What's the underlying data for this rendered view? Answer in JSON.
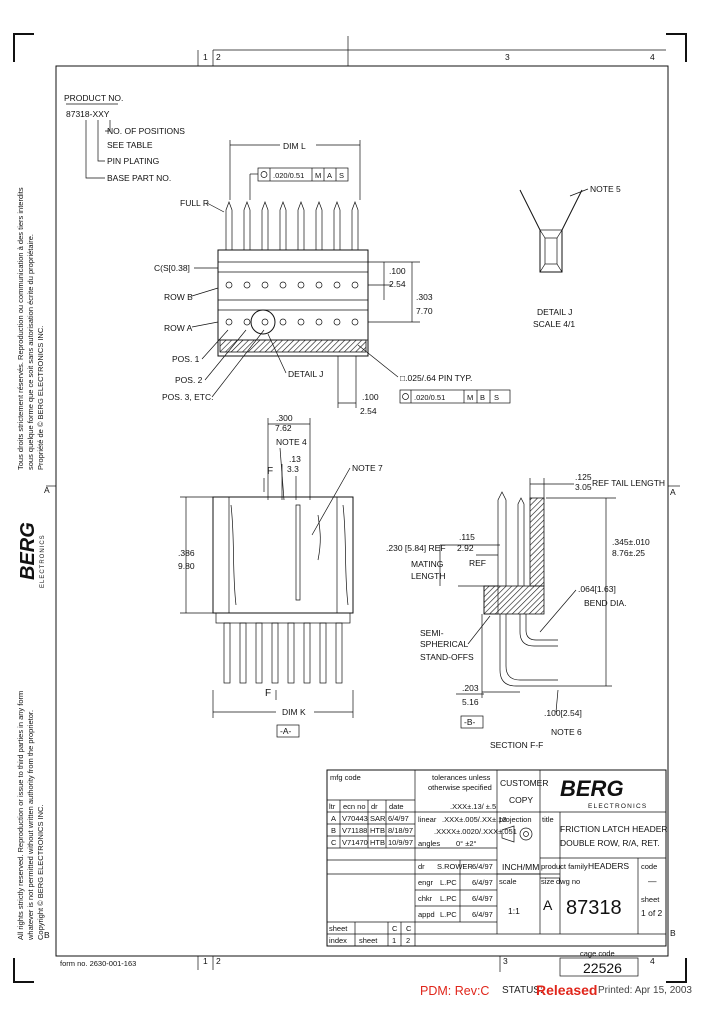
{
  "zones": {
    "top": [
      "1",
      "2",
      "3",
      "4"
    ],
    "bottom": [
      "1",
      "2",
      "3",
      "4"
    ],
    "left": [
      "A",
      "B"
    ],
    "right": [
      "A",
      "B"
    ]
  },
  "side_notice": {
    "french": [
      "Tous droits strictement réservés. Reproduction ou communication à des tiers interdits",
      "sous quelque forme que ce soit sans autorisation écrite du propriétaire.",
      "Propriété de © BERG ELECTRONICS INC."
    ],
    "english": [
      "All rights strictly reserved. Reproduction or issue to third parties in any form",
      "whatever is not permitted without written authority from the proprietor.",
      "Copyright © BERG ELECTRONICS INC."
    ],
    "logo": "BERG",
    "logo_sub": "ELECTRONICS"
  },
  "part_number": {
    "title": "PRODUCT NO.",
    "code": "87318-XXY",
    "labels": [
      "NO. OF POSITIONS",
      "SEE TABLE",
      "PIN PLATING",
      "BASE PART NO."
    ]
  },
  "top_view": {
    "dim_l": "DIM L",
    "tol_frame": [
      ".020/0.51",
      "M",
      "A",
      "S"
    ],
    "full_r": "FULL R",
    "chamfer": "C(S[0.38]",
    "row_b": "ROW B",
    "row_a": "ROW A",
    "pos1": "POS. 1",
    "pos2": "POS. 2",
    "pos3": "POS. 3, ETC.",
    "detail_j": "DETAIL J",
    "pitch_in": ".100",
    "pitch_mm": "2.54",
    "row_in": ".303",
    "row_mm": "7.70",
    "pin_typ": "□.025/.64 PIN TYP.",
    "tol_frame2": [
      ".020/0.51",
      "M",
      "B",
      "S"
    ],
    "pitch2_in": ".100",
    "pitch2_mm": "2.54"
  },
  "detail": {
    "note": "NOTE 5",
    "title": "DETAIL J",
    "scale": "SCALE 4/1"
  },
  "front_view": {
    "w_in": ".300",
    "w_mm": "7.62",
    "note4": "NOTE 4",
    "gap_in": ".13",
    "gap_mm": "3.3",
    "note7": "NOTE 7",
    "h_in": ".386",
    "h_mm": "9.80",
    "dim_k": "DIM K",
    "datum_a": "-A-",
    "sect_mark": "F"
  },
  "section": {
    "tail_in": ".125",
    "tail_mm": "3.05",
    "tail_label": "REF TAIL LENGTH",
    "mating": ".230 [5.84] REF",
    "mating2": "MATING",
    "mating3": "LENGTH",
    "mid_in": ".115",
    "mid_mm": "2.92",
    "mid_ref": "REF",
    "ht_in": ".345±.010",
    "ht_mm": "8.76±.25",
    "bend": ".064[1.63]",
    "bend_label": "BEND DIA.",
    "standoff": [
      "SEMI-",
      "SPHERICAL",
      "STAND-OFFS"
    ],
    "w_in": ".203",
    "w_mm": "5.16",
    "datum_b": "-B-",
    "offset": ".100[2.54]",
    "note6": "NOTE 6",
    "title": "SECTION F-F"
  },
  "title_block": {
    "mfg_code": "mfg code",
    "tolerances": [
      "tolerances unless",
      "otherwise specified"
    ],
    "customer_copy": [
      "CUSTOMER",
      "COPY"
    ],
    "company": "BERG",
    "company_sub": "ELECTRONICS",
    "rev_headers": [
      "ltr",
      "ecn no",
      "dr",
      "date"
    ],
    "revs": [
      {
        "ltr": "A",
        "ecn": "V70443",
        "dr": "SAR",
        "date": "6/4/97"
      },
      {
        "ltr": "B",
        "ecn": "V71188",
        "dr": "HTB",
        "date": "8/18/97"
      },
      {
        "ltr": "C",
        "ecn": "V71470",
        "dr": "HTB",
        "date": "10/9/97"
      }
    ],
    "tol_rows": [
      {
        "label": "",
        "value": ".XXX±.13/ ±.5"
      },
      {
        "label": "linear",
        "value": ".XXX±.005/.XX±.13"
      },
      {
        "label": "",
        "value": ".XXXX±.0020/.XXX±.051"
      },
      {
        "label": "angles",
        "value": "0° ±2°"
      }
    ],
    "projection": "projection",
    "title_label": "title",
    "title": [
      "FRICTION LATCH HEADER",
      "DOUBLE ROW, R/A, RET."
    ],
    "approvals": [
      {
        "role": "dr",
        "name": "S.ROWER",
        "date": "6/4/97"
      },
      {
        "role": "engr",
        "name": "L.PC",
        "date": "6/4/97"
      },
      {
        "role": "chkr",
        "name": "L.PC",
        "date": "6/4/97"
      },
      {
        "role": "appd",
        "name": "L.PC",
        "date": "6/4/97"
      }
    ],
    "units": "INCH/MM",
    "product_family_label": "product family",
    "product_family": "HEADERS",
    "code_label": "code",
    "code": "—",
    "size_label": "size",
    "size": "A",
    "dwg_label": "dwg no",
    "dwg_no": "87318",
    "scale_label": "scale",
    "scale": "1:1",
    "sheet_label": "sheet",
    "sheet": "1 of 2",
    "sheet_index": [
      {
        "label": "sheet",
        "a": "",
        "b": "C",
        "c": "C"
      },
      {
        "label": "index",
        "a": "sheet",
        "b": "1",
        "c": "2"
      }
    ],
    "cage_label": "cage code",
    "cage": "22526"
  },
  "form_no": "form no. 2630-001-163",
  "footer": {
    "pdm": "PDM: Rev:C",
    "status_label": "STATUS:",
    "status": "Released",
    "printed": "Printed: Apr 15, 2003"
  }
}
